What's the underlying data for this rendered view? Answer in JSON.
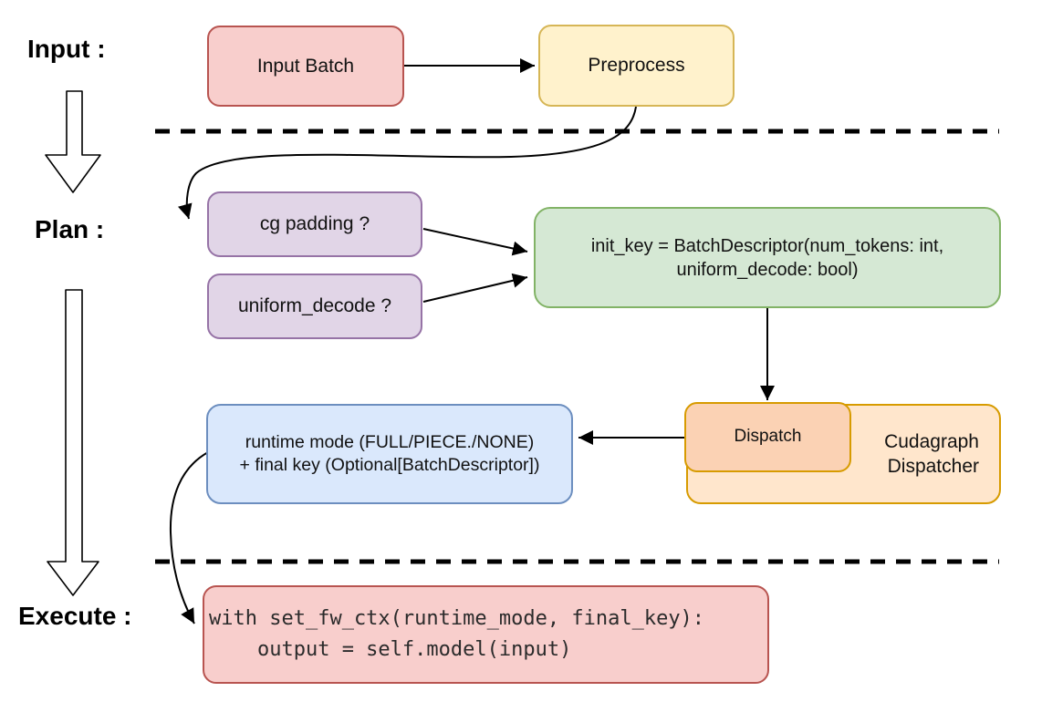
{
  "stages": {
    "input_label": "Input :",
    "plan_label": "Plan :",
    "execute_label": "Execute :"
  },
  "nodes": {
    "input_batch": {
      "label": "Input Batch",
      "fill": "#f8cecc",
      "stroke": "#b85450"
    },
    "preprocess": {
      "label": "Preprocess",
      "fill": "#fff2cc",
      "stroke": "#d6b656"
    },
    "cg_padding": {
      "label": "cg padding ?",
      "fill": "#e1d5e7",
      "stroke": "#9673a6"
    },
    "uniform_decode": {
      "label": "uniform_decode ?",
      "fill": "#e1d5e7",
      "stroke": "#9673a6"
    },
    "init_key": {
      "line1": "init_key = BatchDescriptor(num_tokens: int,",
      "line2": "uniform_decode: bool)",
      "fill": "#d5e8d4",
      "stroke": "#82b366"
    },
    "runtime_mode": {
      "line1": "runtime mode (FULL/PIECE./NONE)",
      "line2": "+ final key (Optional[BatchDescriptor])",
      "fill": "#dae8fc",
      "stroke": "#6c8ebf"
    },
    "dispatch": {
      "label": "Dispatch",
      "fill": "#fbd2b4",
      "stroke": "#d79b00"
    },
    "cudagraph_dispatcher": {
      "line1": "Cudagraph",
      "line2": "Dispatcher",
      "fill": "#ffe6cc",
      "stroke": "#d79b00"
    },
    "execute_code": {
      "line1": "with set_fw_ctx(runtime_mode, final_key):",
      "line2": "    output = self.model(input)",
      "fill": "#f8cecc",
      "stroke": "#b85450"
    }
  },
  "connector_color": "#000000"
}
